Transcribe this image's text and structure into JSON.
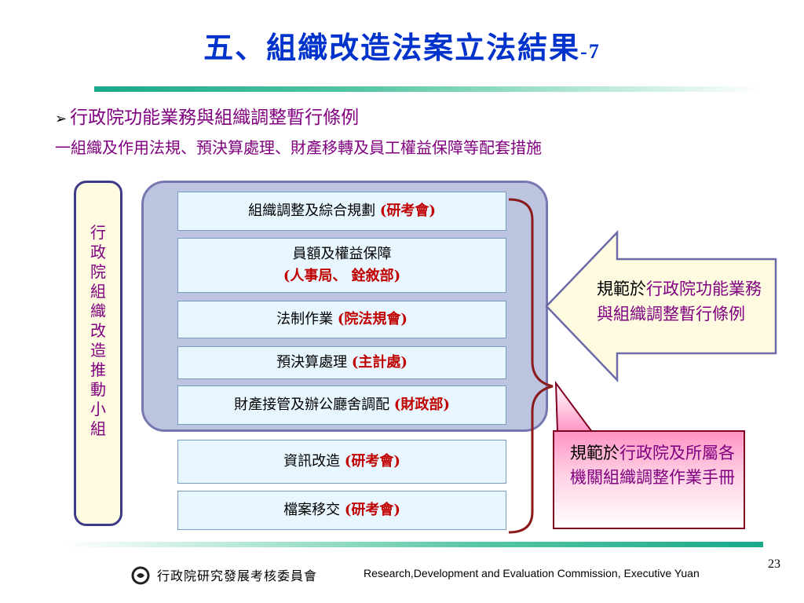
{
  "slide": {
    "title": "五、組織改造法案立法結果",
    "title_suffix": "-7",
    "subtitle": "行政院功能業務與組織調整暫行條例",
    "subtitle2": "一組織及作用法規、預決算處理、財產移轉及員工權益保障等配套措施",
    "vertical_label": "行\n政\n院\n組\n織\n改\n造\n推\n動\n小\n組",
    "items": [
      {
        "text": "組織調整及綜合規劃",
        "org": "(研考會)"
      },
      {
        "text": "員額及權益保障",
        "org": "(人事局、 銓敘部)"
      },
      {
        "text": "法制作業",
        "org": "(院法規會)"
      },
      {
        "text": "預決算處理",
        "org": "(主計處)"
      },
      {
        "text": "財產接管及辦公廳舍調配",
        "org": "(財政部)"
      },
      {
        "text": "資訊改造",
        "org": "(研考會)"
      },
      {
        "text": "檔案移交",
        "org": "(研考會)"
      }
    ],
    "arrow_prefix": "規範於",
    "arrow_text": "行政院功能業務與組織調整暫行條例",
    "pink_prefix": "規範於",
    "pink_text": "行政院及所屬各機關組織調整作業手冊",
    "footer_zh": "行政院研究發展考核委員會",
    "footer_en": "Research,Development and Evaluation Commission, Executive Yuan",
    "page_number": "23"
  },
  "colors": {
    "title": "#0033cc",
    "subtitle": "#800080",
    "org": "#c00000",
    "group_fill": "#bcc4e0",
    "item_fill": "#e8f6ff",
    "arrow_fill": "#fffbe0",
    "rule": "#17a98a"
  },
  "icons": {
    "bullet": "arrow-bullet-icon",
    "logo": "commission-logo-icon"
  }
}
